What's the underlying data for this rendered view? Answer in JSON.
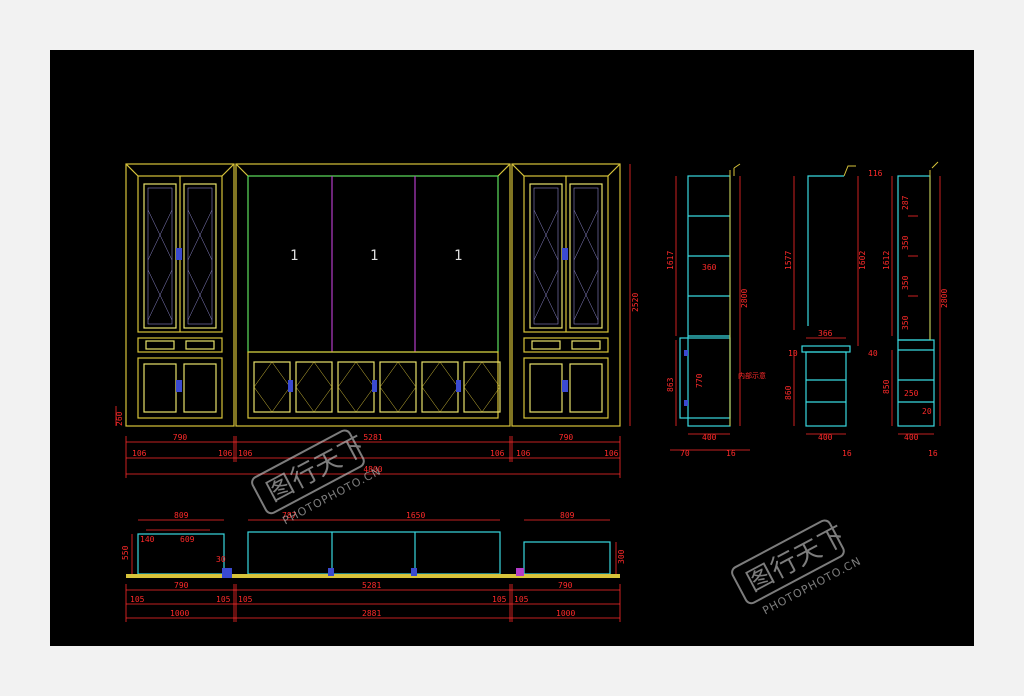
{
  "colors": {
    "background": "#000000",
    "page": "#f2f2f2",
    "outline": "#d7c33a",
    "glass_frame": "#e8e26a",
    "tv_wall": "#5ee05e",
    "divider": "#b43cc8",
    "side_view": "#38d9e0",
    "dimension": "#ff2a2a",
    "handle": "#3a4ad0"
  },
  "elevation": {
    "label_marks": [
      "1",
      "1",
      "1"
    ],
    "dims_top_row": [
      "790",
      "5281",
      "790"
    ],
    "dims_second_row": [
      "106",
      "106",
      "106",
      "106",
      "106",
      "106"
    ],
    "overall_width": "4800",
    "overall_height": "2520",
    "plinth_height": "260"
  },
  "section_1": {
    "dims_vertical": [
      "1617",
      "2800",
      "863"
    ],
    "dims_inner": [
      "360",
      "770"
    ],
    "dims_bottom": [
      "400",
      "70",
      "16"
    ],
    "note": "内部示意"
  },
  "section_2": {
    "dims_vertical": [
      "1577",
      "1602",
      "860"
    ],
    "dims_inner": [
      "366",
      "10",
      "40"
    ],
    "dims_bottom": [
      "400",
      "16"
    ],
    "top_dim": "116"
  },
  "section_3": {
    "dims_vertical": [
      "1612",
      "2800",
      "850"
    ],
    "dims_inner": [
      "287",
      "350",
      "350",
      "350",
      "250",
      "20"
    ],
    "dims_bottom": [
      "400",
      "16"
    ]
  },
  "plan": {
    "dims_top": [
      "809",
      "787",
      "1650",
      "809"
    ],
    "dims_inner": [
      "140",
      "609"
    ],
    "dims_left": [
      "550",
      "30"
    ],
    "dims_right": [
      "300"
    ],
    "dims_row1": [
      "790",
      "5281",
      "790"
    ],
    "dims_row2": [
      "105",
      "105",
      "105",
      "105",
      "105"
    ],
    "dims_row3": [
      "1000",
      "2881",
      "1000"
    ]
  },
  "watermark": {
    "brand": "图行天下",
    "url": "PHOTOPHOTO.CN"
  }
}
